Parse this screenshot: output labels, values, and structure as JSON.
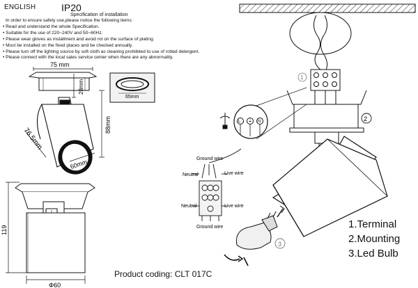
{
  "header": {
    "language": "ENGLISH",
    "ip_rating": "IP20",
    "spec_title": "Specification of installation"
  },
  "notes": [
    "In order to ensure safety use,please notice the following items:",
    "• Read and understand the whole Specification.",
    "• Suitable for the use of 220~240V and 50~60Hz.",
    "• Please wear gloves as installment and avoid rot on the surface of plating.",
    "• Must be installed on the fixed places and be checked annually.",
    "• Please turn off the lighting source by soft cloth as cleaning prohibited to use of rotted detergent.",
    "• Please connect with the local sales service center when there are any abnormality."
  ],
  "dimensions": {
    "width_top": "75 mm",
    "height_frame": "28mm",
    "cutout": "65mm",
    "length_body": "76.5mm",
    "diameter_body": "60mm",
    "height_total": "88mm",
    "side_height": "119",
    "side_diameter": "Φ60"
  },
  "wiring": {
    "ground_top": "Ground wire",
    "neutral_top": "Neutral",
    "live_top": "Live wire",
    "neutral_bottom": "Neutral",
    "live_bottom": "Live wire",
    "ground_bottom": "Ground wire",
    "terminal_symbols": [
      "L",
      "⏚",
      "N"
    ]
  },
  "steps": {
    "step1": "1",
    "step2": "2",
    "step3": "3"
  },
  "legend": [
    "1.Terminal",
    "2.Mounting",
    "3.Led Bulb"
  ],
  "product_coding": "Product coding: CLT 017C"
}
